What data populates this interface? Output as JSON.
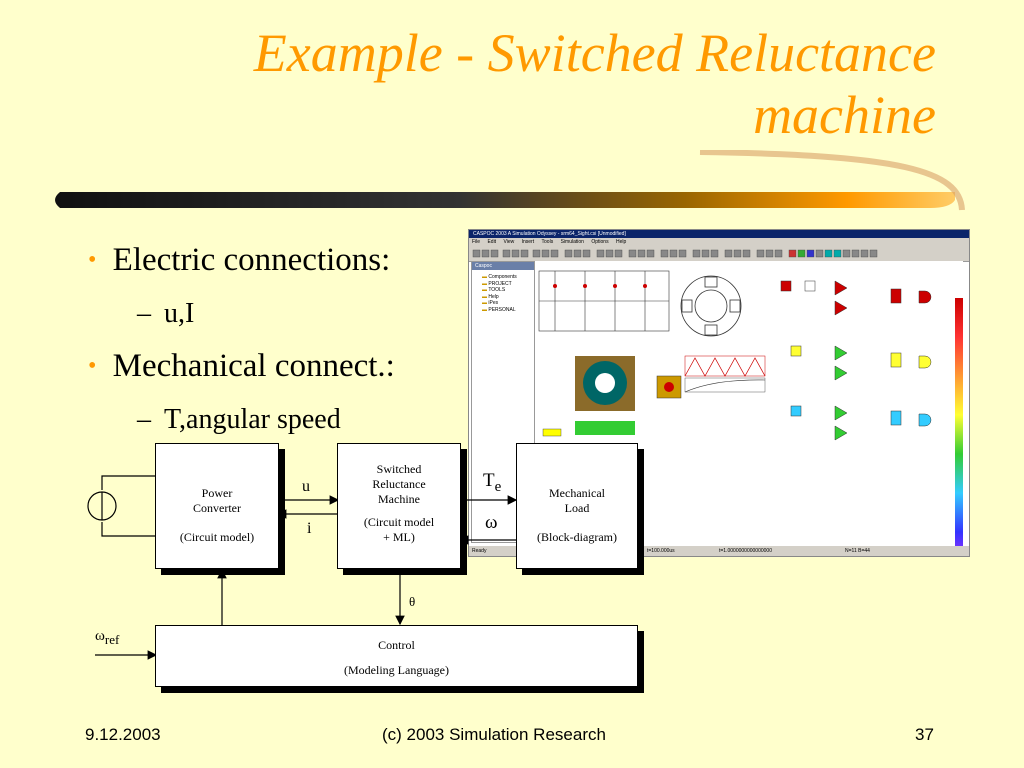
{
  "slide": {
    "title": "Example - Switched Reluctance machine",
    "bullets": [
      {
        "text": "Electric connections:",
        "sub": "u,I"
      },
      {
        "text": "Mechanical connect.:",
        "sub": "T,angular speed"
      }
    ],
    "bullet_symbol": "•",
    "sub_symbol": "–"
  },
  "footer": {
    "date": "9.12.2003",
    "copyright": "(c) 2003 Simulation Research",
    "page": "37"
  },
  "screenshot": {
    "window_title": "CASPOC 2003 A Simulation Odyssey - srm64_Sight.csi [Unmodified]",
    "menu": [
      "File",
      "Edit",
      "View",
      "Insert",
      "Tools",
      "Simulation",
      "Options",
      "Help"
    ],
    "panel_title": "Caspoc",
    "tree": [
      "Components",
      "PROJECT",
      "TOOLS",
      "Help",
      "iPes",
      "PERSONAL"
    ],
    "status": {
      "ready": "Ready",
      "step": "t=100.000us",
      "time": "t=1.0000000000000000",
      "counts": "N=11 B=44"
    }
  },
  "diagram": {
    "power_converter": {
      "line1": "Power",
      "line2": "Converter",
      "line3": "(Circuit  model)"
    },
    "srm": {
      "line1": "Switched",
      "line2": "Reluctance",
      "line3": "Machine",
      "line4": "(Circuit  model",
      "line5": "+  ML)"
    },
    "load": {
      "line1": "Mechanical",
      "line2": "Load",
      "line3": "(Block-diagram)"
    },
    "control": {
      "line1": "Control",
      "line2": "(Modeling  Language)"
    },
    "signals": {
      "u": "u",
      "i": "i",
      "te": "T",
      "te_sub": "e",
      "omega": "ω",
      "theta": "θ",
      "wref": "ω",
      "wref_sub": "ref"
    }
  },
  "colors": {
    "background": "#ffffcc",
    "title": "#ff9900",
    "swoosh_dark": "#1a1a1a",
    "swoosh_accent": "#ff9900"
  }
}
